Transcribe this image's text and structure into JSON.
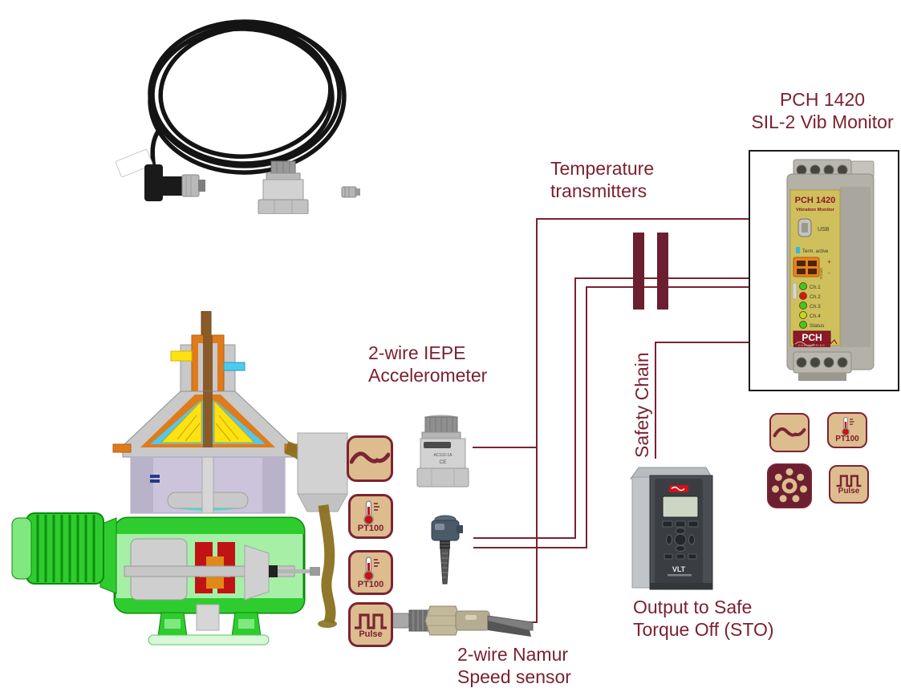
{
  "title": {
    "line1": "PCH 1420",
    "line2": "SIL-2 Vib Monitor"
  },
  "labels": {
    "temperature_transmitters": {
      "line1": "Temperature",
      "line2": "transmitters"
    },
    "accelerometer": {
      "line1": "2-wire IEPE",
      "line2": "Accelerometer"
    },
    "speed_sensor": {
      "line1": "2-wire Namur",
      "line2": "Speed sensor"
    },
    "safety_chain": "Safety Chain",
    "sto_output": {
      "line1": "Output to Safe",
      "line2": "Torque Off (STO)"
    }
  },
  "monitor": {
    "panel_title": "PCH 1420",
    "panel_subtitle": "Vibration Monitor",
    "usb_label": "USB",
    "term_label": "Term. active",
    "rs485_label": "RS485",
    "plus": "+",
    "minus": "-",
    "leds": [
      {
        "label": "Ch.1",
        "color": "#44c818"
      },
      {
        "label": "Ch.2",
        "color": "#e01212"
      },
      {
        "label": "Ch.3",
        "color": "#44c818"
      },
      {
        "label": "Ch.4",
        "color": "#cfd31a"
      },
      {
        "label": "Status",
        "color": "#44c818"
      }
    ],
    "logo_text": "PCH",
    "logo_subtext": "ENGINEERING"
  },
  "sensors": {
    "accelerometer_model": "AC102-1A",
    "accelerometer_ce": "CE"
  },
  "drive": {
    "label": "VLT"
  },
  "icons": {
    "pt100_label": "PT100",
    "pulse_label": "Pulse"
  },
  "colors": {
    "text": "#7b2130",
    "wire": "#7b2230",
    "transmitter_bar": "#6b1f30",
    "icon_bg": "#ddbc8e",
    "icon_border": "#7b2433",
    "monitor_panel": "#cfc05c",
    "danfoss_red": "#d01217"
  }
}
